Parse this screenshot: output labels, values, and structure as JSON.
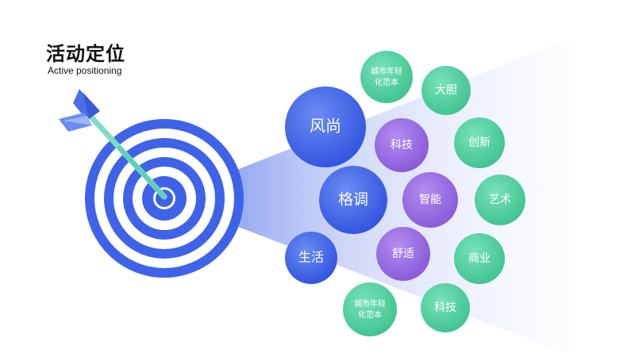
{
  "header": {
    "title": "活动定位",
    "subtitle": "Active positioning"
  },
  "colors": {
    "blue": "#3f63e8",
    "blue_light": "#5e82f0",
    "purple": "#9a6ee2",
    "green": "#4fcf9e",
    "arrow_shaft": "#7fdcc6",
    "arrow_fletch": "#4d6fe6"
  },
  "bubbles": [
    {
      "id": "fengshang",
      "label": "风尚",
      "tone": "blue"
    },
    {
      "id": "gediao",
      "label": "格调",
      "tone": "blue"
    },
    {
      "id": "shenghuo",
      "label": "生活",
      "tone": "blue"
    },
    {
      "id": "keji-purple",
      "label": "科技",
      "tone": "purple"
    },
    {
      "id": "zhineng",
      "label": "智能",
      "tone": "purple"
    },
    {
      "id": "shushi",
      "label": "舒适",
      "tone": "purple"
    },
    {
      "id": "chengshi-top",
      "label": [
        "城市年轻",
        "化范本"
      ],
      "tone": "green"
    },
    {
      "id": "dadan",
      "label": "大胆",
      "tone": "green"
    },
    {
      "id": "chuangxin",
      "label": "创新",
      "tone": "green"
    },
    {
      "id": "yishu",
      "label": "艺术",
      "tone": "green"
    },
    {
      "id": "shangye",
      "label": "商业",
      "tone": "green"
    },
    {
      "id": "chengshi-bottom",
      "label": [
        "城市年轻",
        "化范本"
      ],
      "tone": "green"
    },
    {
      "id": "keji-green",
      "label": "科技",
      "tone": "green"
    }
  ]
}
